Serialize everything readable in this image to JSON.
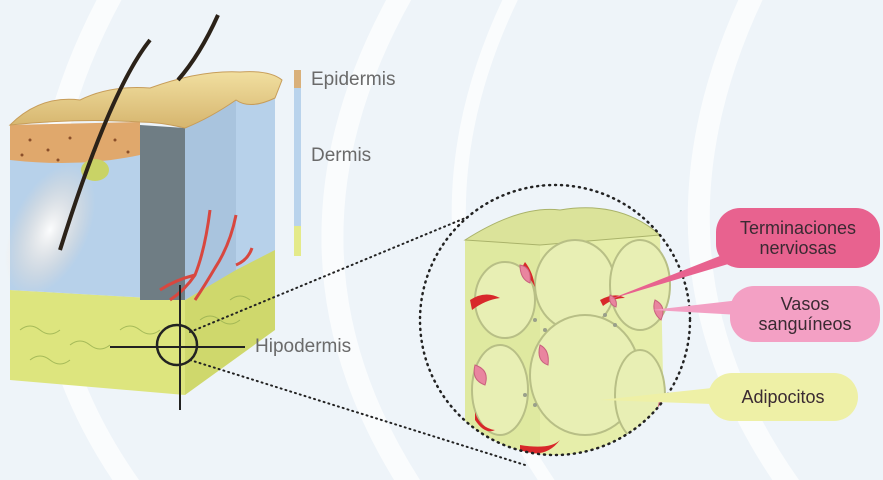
{
  "labels": {
    "epidermis": "Epidermis",
    "dermis": "Dermis",
    "hipodermis": "Hipodermis",
    "terminaciones": "Terminaciones nerviosas",
    "vasos": "Vasos sanguíneos",
    "adipocitos": "Adipocitos"
  },
  "colors": {
    "background": "#eef4f9",
    "epidermis": "#d9b07a",
    "dermis": "#b9d3ec",
    "hipodermis": "#e4ea8a",
    "nerve_pill": "#e8628f",
    "vessel_pill": "#f3a0c4",
    "adipocyte_pill": "#eef0a6",
    "vessels_red": "#d8282a",
    "hair": "#2b2219"
  },
  "icons": {
    "crosshair": "crosshair-target-icon",
    "magnifier": "dotted-magnifier-circle-icon"
  }
}
